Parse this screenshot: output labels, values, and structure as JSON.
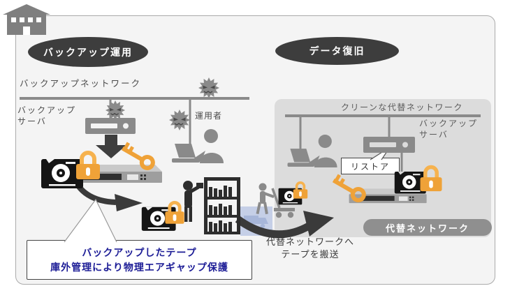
{
  "badges": {
    "backup_operation": "バックアップ運用",
    "data_recovery": "データ復旧",
    "alt_network": "代替ネットワーク"
  },
  "left_zone": {
    "network_label": "バックアップネットワーク",
    "server_label_line1": "バックアップ",
    "server_label_line2": "サーバ",
    "operator_label": "運用者"
  },
  "right_zone": {
    "network_label": "クリーンな代替ネットワーク",
    "server_label_line1": "バックアップ",
    "server_label_line2": "サーバ",
    "restore_label": "リストア"
  },
  "annotations": {
    "airgap_line1": "バックアップしたテープ",
    "airgap_line2": "庫外管理により物理エアギャップ保護",
    "transport_line1": "代替ネットワークへ",
    "transport_line2": "テープを搬送"
  },
  "colors": {
    "canvas_bg": "#f4f4f4",
    "frame_border": "#aaaaaa",
    "badge_bg": "#3d3d3d",
    "panel_bg": "#dcdcdc",
    "pill_bg": "#8f8f8f",
    "icon_gray": "#8a8a8a",
    "arrow_dark": "#3a3a3a",
    "lock_orange": "#efa238",
    "note_text": "#1c1c96",
    "label_text": "#4a4a4a",
    "truck_blue": "#b9c6e4"
  },
  "icons": [
    "building-icon",
    "virus-icon",
    "server-icon",
    "down-arrow-icon",
    "tape-cartridge-icon",
    "padlock-icon",
    "key-icon",
    "tape-drive-icon",
    "person-laptop-icon",
    "shelf-rack-icon",
    "cart-person-icon",
    "truck-icon",
    "curved-arrow-icon"
  ]
}
